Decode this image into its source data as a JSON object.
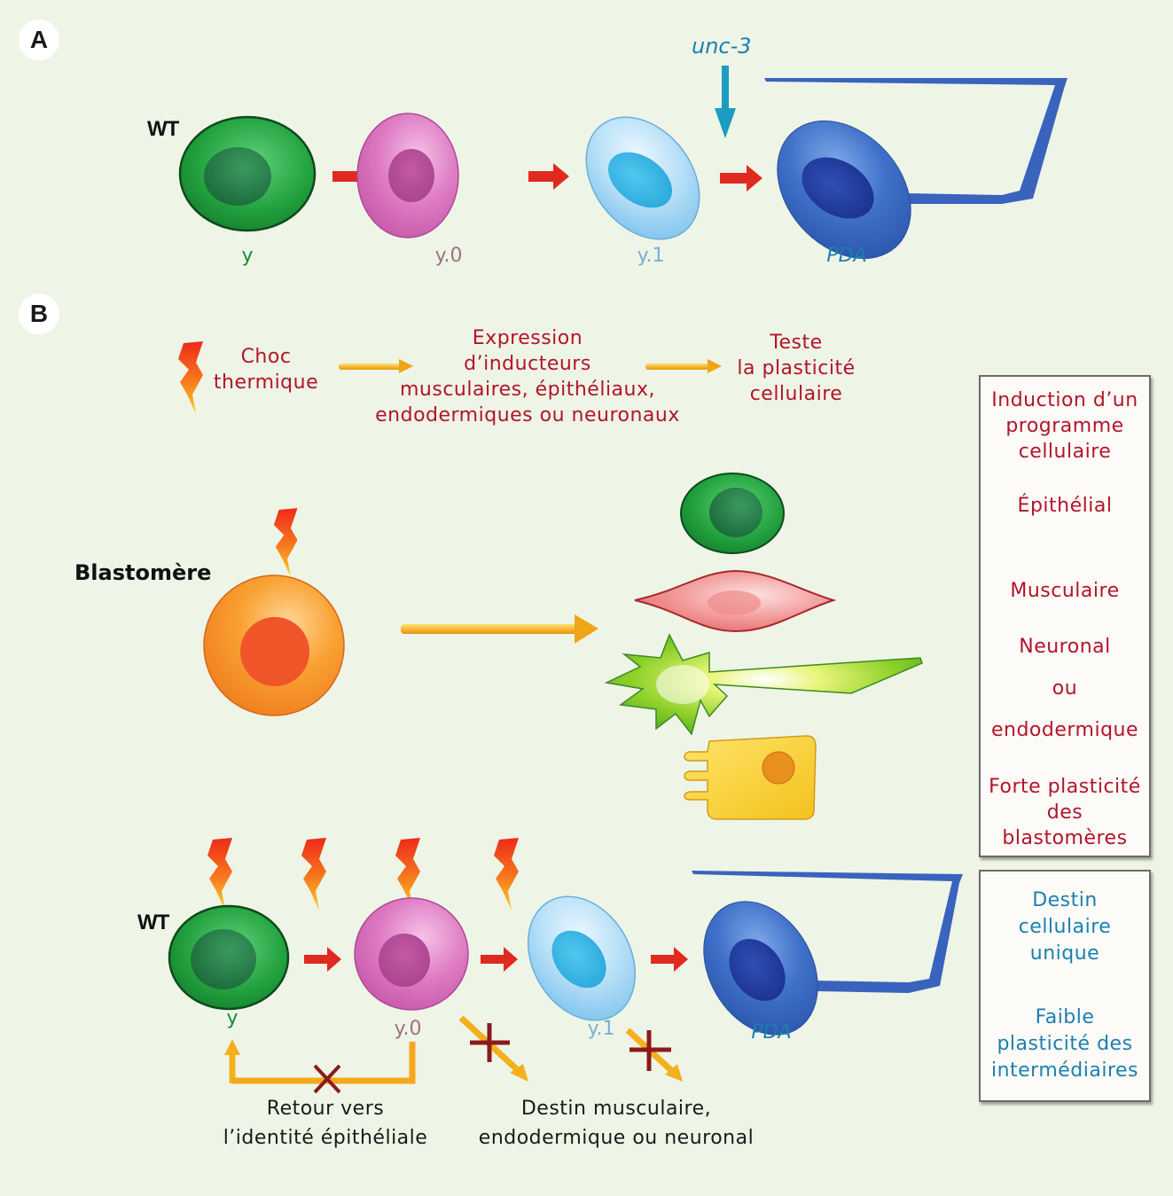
{
  "panels": {
    "a": {
      "badge": "A"
    },
    "b": {
      "badge": "B"
    }
  },
  "panel_a": {
    "strain_label": "WT",
    "gene_label": "unc-3",
    "cells": [
      {
        "label": "y",
        "color": "#1a8a3a"
      },
      {
        "label": "y.0",
        "color": "#a07080"
      },
      {
        "label": "y.1",
        "color": "#7aaed6"
      },
      {
        "label": "PDA",
        "color": "#1b7fb0"
      }
    ]
  },
  "panel_b": {
    "flow": {
      "step1": "Choc\nthermique",
      "step2": "Expression\nd’inducteurs\nmusculaires, épithéliaux,\nendodermiques ou neuronaux",
      "step3": "Teste\nla plasticité\ncellulaire"
    },
    "blastomere_label": "Blastomère",
    "wt_label": "WT",
    "lower_cells": [
      {
        "label": "y",
        "color": "#1a8a3a"
      },
      {
        "label": "y.0",
        "color": "#a07080"
      },
      {
        "label": "y.1",
        "color": "#7aaed6"
      },
      {
        "label": "PDA",
        "color": "#1b7fb0"
      }
    ],
    "blocked_paths": {
      "return_label": "Retour vers\nl’identité épithéliale",
      "fate_label": "Destin musculaire,\nendodermique ou neuronal"
    }
  },
  "side_box_top": {
    "title": "Induction d’un\nprogramme\ncellulaire",
    "items": [
      "Épithélial",
      "Musculaire",
      "Neuronal",
      "ou",
      "endodermique"
    ],
    "conclusion": "Forte plasticité\ndes\nblastomères"
  },
  "side_box_bottom": {
    "title": "Destin\ncellulaire\nunique",
    "conclusion": "Faible\nplasticité des\nintermédiaires"
  },
  "colors": {
    "background": "#eef5e6",
    "red_text": "#b3142a",
    "blue_text": "#1b7fb0",
    "arrow_red": "#e02a20",
    "arrow_yellow": "#f5b01e",
    "block_cross": "#8b1a1a"
  }
}
